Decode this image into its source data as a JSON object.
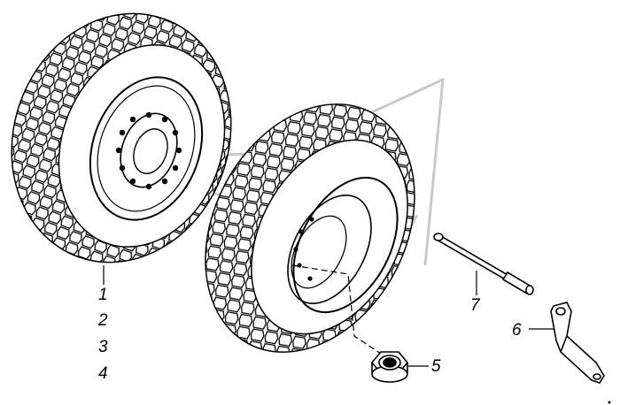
{
  "diagram": {
    "callouts": {
      "c1": "1",
      "c2": "2",
      "c3": "3",
      "c4": "4",
      "c5": "5",
      "c6": "6",
      "c7": "7"
    },
    "line_color": "#000000",
    "watermark_color": "#c9c9c9"
  }
}
